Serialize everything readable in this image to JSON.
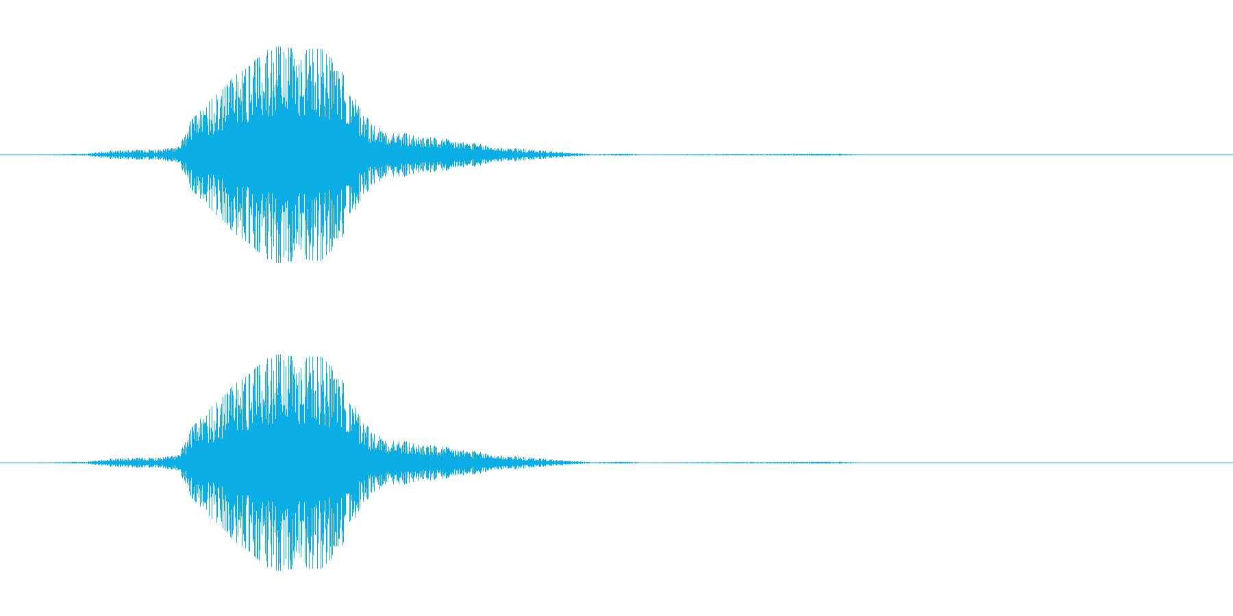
{
  "waveform": {
    "color": "#0aaee4",
    "channels": [
      {
        "name": "",
        "envelope": [
          [
            0.0,
            0.002
          ],
          [
            0.04,
            0.004
          ],
          [
            0.07,
            0.01
          ],
          [
            0.09,
            0.04
          ],
          [
            0.11,
            0.045
          ],
          [
            0.13,
            0.05
          ],
          [
            0.145,
            0.08
          ],
          [
            0.15,
            0.2
          ],
          [
            0.155,
            0.32
          ],
          [
            0.17,
            0.5
          ],
          [
            0.18,
            0.6
          ],
          [
            0.19,
            0.73
          ],
          [
            0.2,
            0.8
          ],
          [
            0.215,
            0.96
          ],
          [
            0.225,
            1.0
          ],
          [
            0.24,
            0.98
          ],
          [
            0.26,
            0.98
          ],
          [
            0.275,
            0.82
          ],
          [
            0.285,
            0.57
          ],
          [
            0.3,
            0.3
          ],
          [
            0.32,
            0.22
          ],
          [
            0.34,
            0.18
          ],
          [
            0.36,
            0.15
          ],
          [
            0.38,
            0.12
          ],
          [
            0.4,
            0.08
          ],
          [
            0.42,
            0.06
          ],
          [
            0.44,
            0.04
          ],
          [
            0.46,
            0.02
          ],
          [
            0.48,
            0.005
          ],
          [
            0.51,
            0.01
          ],
          [
            0.52,
            0.003
          ],
          [
            0.68,
            0.01
          ],
          [
            0.7,
            0.002
          ],
          [
            1.0,
            0.002
          ]
        ]
      },
      {
        "name": "",
        "envelope": [
          [
            0.0,
            0.002
          ],
          [
            0.04,
            0.004
          ],
          [
            0.07,
            0.01
          ],
          [
            0.09,
            0.04
          ],
          [
            0.11,
            0.045
          ],
          [
            0.13,
            0.05
          ],
          [
            0.145,
            0.08
          ],
          [
            0.15,
            0.2
          ],
          [
            0.155,
            0.32
          ],
          [
            0.17,
            0.5
          ],
          [
            0.18,
            0.6
          ],
          [
            0.19,
            0.73
          ],
          [
            0.2,
            0.8
          ],
          [
            0.215,
            0.96
          ],
          [
            0.225,
            1.0
          ],
          [
            0.24,
            0.98
          ],
          [
            0.26,
            0.98
          ],
          [
            0.275,
            0.82
          ],
          [
            0.285,
            0.57
          ],
          [
            0.3,
            0.3
          ],
          [
            0.32,
            0.22
          ],
          [
            0.34,
            0.18
          ],
          [
            0.36,
            0.15
          ],
          [
            0.38,
            0.12
          ],
          [
            0.4,
            0.08
          ],
          [
            0.42,
            0.06
          ],
          [
            0.44,
            0.04
          ],
          [
            0.46,
            0.02
          ],
          [
            0.48,
            0.005
          ],
          [
            0.51,
            0.01
          ],
          [
            0.52,
            0.003
          ],
          [
            0.68,
            0.01
          ],
          [
            0.7,
            0.002
          ],
          [
            1.0,
            0.002
          ]
        ]
      }
    ]
  }
}
